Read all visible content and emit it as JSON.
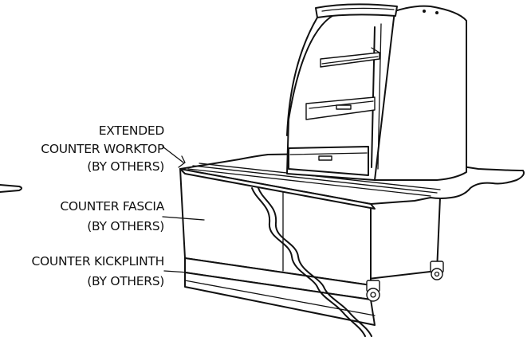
{
  "labels": {
    "worktop": {
      "line1": "EXTENDED",
      "line2": "COUNTER WORKTOP",
      "line3": "(BY OTHERS)"
    },
    "fascia": {
      "line1": "COUNTER FASCIA",
      "line2": "(BY OTHERS)"
    },
    "kickplinth": {
      "line1": "COUNTER KICKPLINTH",
      "line2": "(BY OTHERS)"
    }
  },
  "colors": {
    "line": "#111111",
    "background": "#ffffff"
  }
}
